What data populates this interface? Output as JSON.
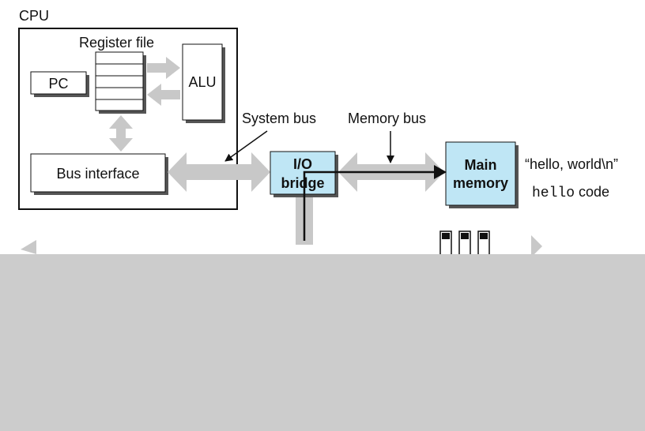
{
  "diagram": {
    "cpu_label": "CPU",
    "register_file_label": "Register file",
    "pc_label": "PC",
    "alu_label": "ALU",
    "bus_interface_label": "Bus interface",
    "system_bus_label": "System bus",
    "memory_bus_label": "Memory bus",
    "io_bridge_line1": "I/O",
    "io_bridge_line2": "bridge",
    "main_memory_line1": "Main",
    "main_memory_line2": "memory",
    "memory_string": "“hello, world\\n”",
    "memory_code_mono": "hello",
    "memory_code_text": " code"
  },
  "colors": {
    "bus_gray": "#c8c8c8",
    "highlight_fill": "#bfe6f5",
    "redaction_gray": "#cccccc",
    "line": "#111111"
  }
}
